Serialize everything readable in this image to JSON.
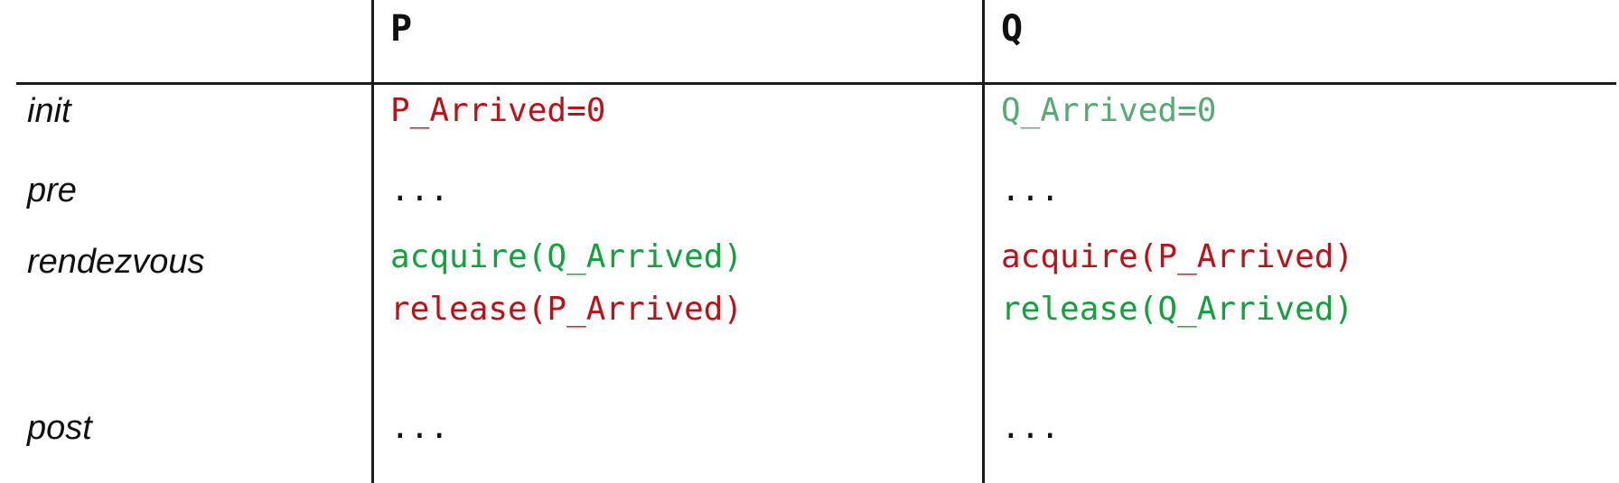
{
  "colors": {
    "red": "#bd1118",
    "green_vivid": "#12a13b",
    "green_soft": "#56aa74",
    "ink": "#111111",
    "line": "#1b1b1b"
  },
  "table": {
    "col_headers": {
      "p": "P",
      "q": "Q"
    },
    "rows": [
      {
        "label": "init",
        "p_lines": [
          {
            "text": "P_Arrived=0",
            "color": "red"
          }
        ],
        "q_lines": [
          {
            "text": "Q_Arrived=0",
            "color": "green_soft"
          }
        ]
      },
      {
        "label": "pre",
        "p_lines": [
          {
            "text": "...",
            "color": "ink"
          }
        ],
        "q_lines": [
          {
            "text": "...",
            "color": "ink"
          }
        ]
      },
      {
        "label": "rendezvous",
        "p_lines": [
          {
            "text": "acquire(Q_Arrived)",
            "color": "green_vivid"
          },
          {
            "text": "release(P_Arrived)",
            "color": "red"
          }
        ],
        "q_lines": [
          {
            "text": "acquire(P_Arrived)",
            "color": "red"
          },
          {
            "text": "release(Q_Arrived)",
            "color": "green_vivid"
          }
        ]
      },
      {
        "label": "post",
        "p_lines": [
          {
            "text": "...",
            "color": "ink"
          }
        ],
        "q_lines": [
          {
            "text": "...",
            "color": "ink"
          }
        ]
      }
    ]
  }
}
